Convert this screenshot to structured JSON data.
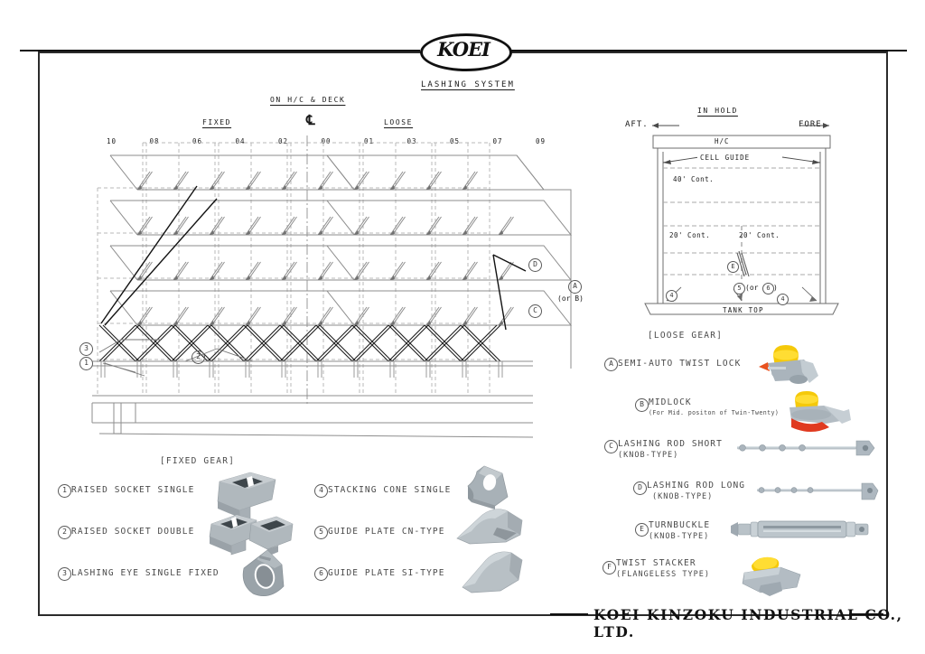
{
  "sheet": {
    "title": "LASHING SYSTEM",
    "logo_text": "KOEI",
    "footer": "KOEI KINZOKU INDUSTRIAL CO., LTD."
  },
  "deck_plan": {
    "heading": "ON H/C & DECK",
    "fixed_label": "FIXED",
    "loose_label": "LOOSE",
    "centerline_symbol": "℄",
    "row_numbers": [
      "10",
      "08",
      "06",
      "04",
      "02",
      "00",
      "01",
      "03",
      "05",
      "07",
      "09"
    ],
    "callouts": [
      {
        "id": "D",
        "label": "D"
      },
      {
        "id": "A",
        "label": "A"
      },
      {
        "id": "A_alt",
        "label": "(or B)"
      },
      {
        "id": "C",
        "label": "C"
      },
      {
        "id": "3",
        "label": "3"
      },
      {
        "id": "1",
        "label": "1"
      },
      {
        "id": "2",
        "label": "2"
      }
    ]
  },
  "hold_plan": {
    "heading": "IN HOLD",
    "aft_label": "AFT.",
    "fore_label": "FORE.",
    "hatch_cover": "H/C",
    "cell_guide": "CELL GUIDE",
    "cont_40": "40' Cont.",
    "cont_20_left": "20' Cont.",
    "cont_20_right": "20' Cont.",
    "tank_top": "TANK TOP",
    "callouts": [
      {
        "label": "E"
      },
      {
        "label": "5"
      },
      {
        "label": "(or"
      },
      {
        "label": "6"
      },
      {
        "label": ")"
      },
      {
        "label": "4"
      }
    ]
  },
  "fixed_gear": {
    "heading": "[FIXED GEAR]",
    "items_left": [
      {
        "no": "1",
        "name": "RAISED SOCKET SINGLE",
        "icon": "raised-socket-single"
      },
      {
        "no": "2",
        "name": "RAISED SOCKET DOUBLE",
        "icon": "raised-socket-double"
      },
      {
        "no": "3",
        "name": "LASHING EYE SINGLE FIXED",
        "icon": "lashing-eye"
      }
    ],
    "items_right": [
      {
        "no": "4",
        "name": "STACKING CONE SINGLE",
        "icon": "stacking-cone"
      },
      {
        "no": "5",
        "name": "GUIDE PLATE CN-TYPE",
        "icon": "guide-plate-cn"
      },
      {
        "no": "6",
        "name": "GUIDE PLATE SI-TYPE",
        "icon": "guide-plate-si"
      }
    ]
  },
  "loose_gear": {
    "heading": "[LOOSE GEAR]",
    "items": [
      {
        "no": "A",
        "name": "SEMI-AUTO TWIST LOCK",
        "sub": "",
        "icon": "semi-auto-twist-lock"
      },
      {
        "no": "B",
        "name": "MIDLOCK",
        "sub": "(For Mid. positon of Twin-Twenty)",
        "icon": "midlock"
      },
      {
        "no": "C",
        "name": "LASHING ROD SHORT",
        "sub": "(KNOB-TYPE)",
        "icon": "lashing-rod-short"
      },
      {
        "no": "D",
        "name": "LASHING ROD LONG",
        "sub": "(KNOB-TYPE)",
        "icon": "lashing-rod-long"
      },
      {
        "no": "E",
        "name": "TURNBUCKLE",
        "sub": "(KNOB-TYPE)",
        "icon": "turnbuckle"
      },
      {
        "no": "F",
        "name": "TWIST STACKER",
        "sub": "(FLANGELESS TYPE)",
        "icon": "twist-stacker"
      }
    ]
  },
  "colors": {
    "ink": "#1a1a1a",
    "line_grey": "#8d8d8d",
    "dash_grey": "#b3b3b3",
    "metal": "#b9c2c8",
    "metal_dark": "#7e8a92",
    "knob_yellow": "#f2c400",
    "handle_red": "#e03a20",
    "casting_grey": "#9aa3a8"
  }
}
